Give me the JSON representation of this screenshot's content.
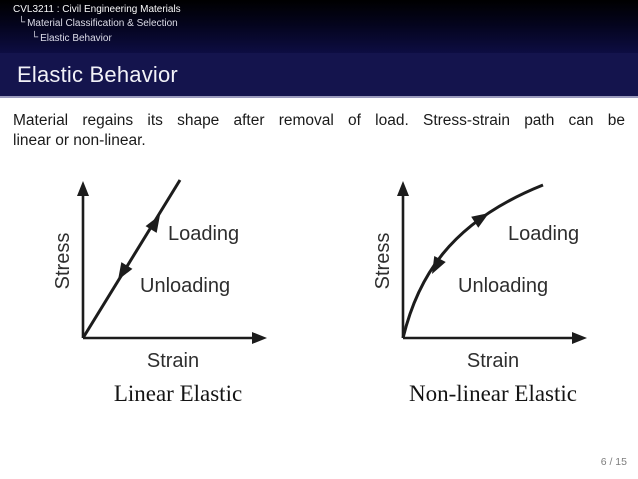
{
  "colors": {
    "topbar_gradient_top": "#000000",
    "topbar_gradient_bottom": "#0d0d42",
    "titlebar_background": "#14144d",
    "titlebar_separator": "#9b9bbd",
    "title_text": "#f2f2f8",
    "body_text": "#1a1a1a",
    "sketch_ink": "#1c1c1c",
    "footer_text": "#7d7d7d"
  },
  "header": {
    "tree_glyph": "└",
    "course_title": "CVL3211 : Civil Engineering Materials",
    "section": "Material Classification & Selection",
    "subsection": "Elastic Behavior"
  },
  "slide": {
    "title": "Elastic Behavior",
    "body_lines": [
      "Material regains its shape after removal of load. Stress-strain path can be",
      "linear or non-linear."
    ],
    "page_indicator": "6 / 15"
  },
  "diagrams": [
    {
      "id": "linear-elastic",
      "curve_shape": "straight line from origin, slope up-right",
      "ylabel": "Stress",
      "xlabel": "Strain",
      "loading_label": "Loading",
      "unloading_label": "Unloading",
      "caption": "Linear Elastic"
    },
    {
      "id": "non-linear-elastic",
      "curve_shape": "concave-down curve from origin, steep then flattening",
      "ylabel": "Stress",
      "xlabel": "Strain",
      "loading_label": "Loading",
      "unloading_label": "Unloading",
      "caption": "Non-linear Elastic"
    }
  ]
}
